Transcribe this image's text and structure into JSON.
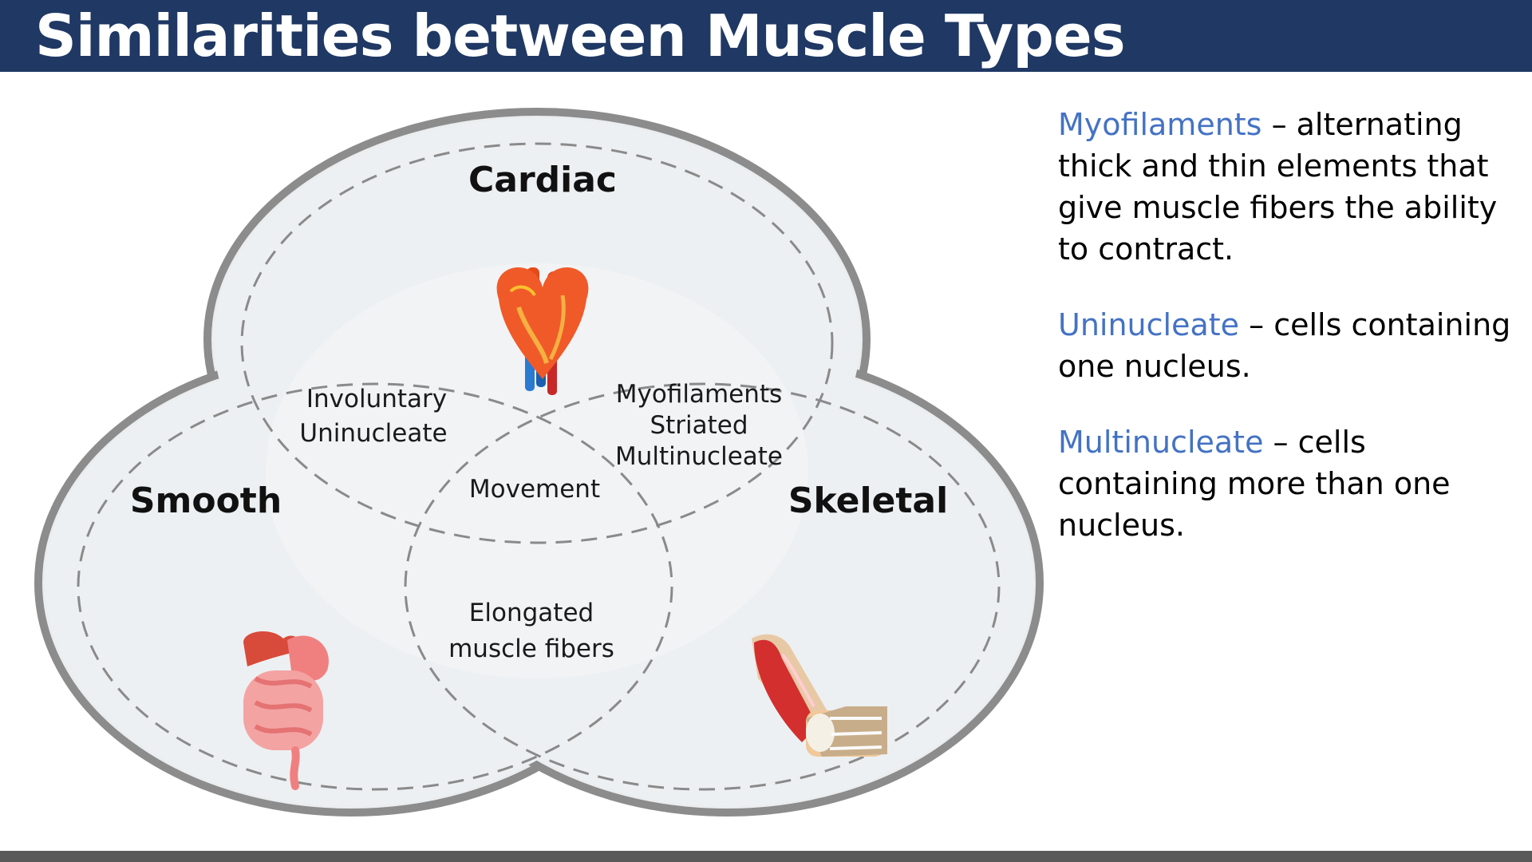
{
  "slide": {
    "title": "Similarities between Muscle Types"
  },
  "diagram": {
    "sets": {
      "cardiac": "Cardiac",
      "smooth": "Smooth",
      "skeletal": "Skeletal"
    },
    "overlaps": {
      "cardiac_smooth": [
        "Involuntary",
        "Uninucleate"
      ],
      "cardiac_skeletal": [
        "Myofilaments",
        "Striated",
        "Multinucleate"
      ],
      "all_three": "Movement",
      "smooth_skeletal": [
        "Elongated",
        "muscle fibers"
      ]
    },
    "icons": {
      "cardiac": "heart-icon",
      "smooth": "digestive-organs-icon",
      "skeletal": "arm-muscle-icon"
    },
    "colors": {
      "outline": "#8c8c8c",
      "fill": "#edf0f2"
    }
  },
  "definitions": [
    {
      "term": "Myofilaments",
      "text": " – alternating thick and thin elements that give muscle fibers the ability to contract."
    },
    {
      "term": "Uninucleate",
      "text": " – cells containing one nucleus."
    },
    {
      "term": "Multinucleate",
      "text": " – cells containing more than one nucleus."
    }
  ],
  "colors": {
    "title_bar": "#1f3864",
    "term": "#4472c4",
    "footer_bar": "#595959"
  }
}
